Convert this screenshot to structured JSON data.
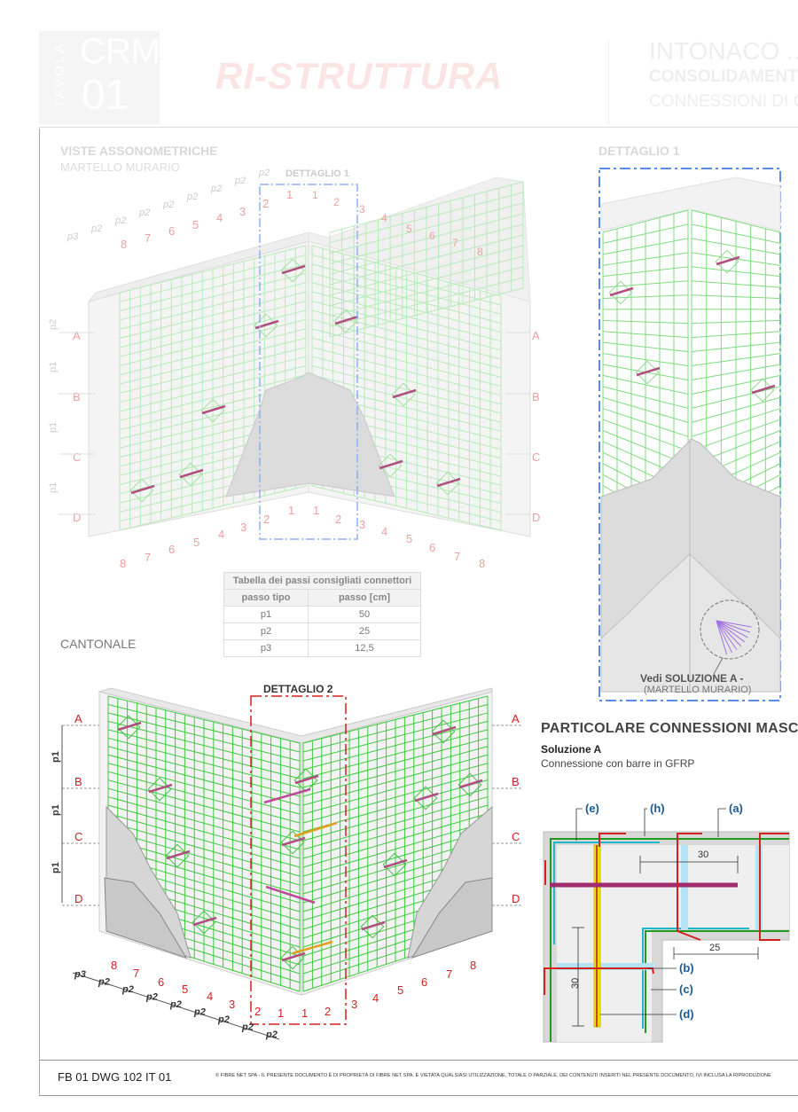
{
  "header": {
    "tavola": "TAVOLA",
    "code": "CRM",
    "number": "01",
    "brand": "RI-STRUTTURA",
    "title_line1": "INTONACO ...",
    "title_line2": "CONSOLIDAMENTO",
    "title_line3": "CONNESSIONI DI C"
  },
  "views": {
    "title": "VISTE ASSONOMETRICHE",
    "subtitle": "MARTELLO MURARIO",
    "detail1_label": "DETTAGLIO 1",
    "rows": [
      "A",
      "B",
      "C",
      "D"
    ],
    "p_vertical": [
      "p2",
      "p1",
      "p1",
      "p1"
    ],
    "numbers_left": [
      "8",
      "7",
      "6",
      "5",
      "4",
      "3",
      "2",
      "1"
    ],
    "numbers_right": [
      "1",
      "2",
      "3",
      "4",
      "5",
      "6",
      "7",
      "8"
    ],
    "p_top": [
      "p3",
      "p2",
      "p2",
      "p2",
      "p2",
      "p2",
      "p2",
      "p2",
      "p2"
    ]
  },
  "detail1": {
    "title": "DETTAGLIO 1",
    "note_bold": "Vedi SOLUZIONE A -",
    "note": "(MARTELLO MURARIO)"
  },
  "table": {
    "caption": "Tabella dei passi consigliati connettori",
    "headers": [
      "passo tipo",
      "passo [cm]"
    ],
    "rows": [
      {
        "tipo": "p1",
        "passo": "50"
      },
      {
        "tipo": "p2",
        "passo": "25"
      },
      {
        "tipo": "p3",
        "passo": "12,5"
      }
    ]
  },
  "cantonale": {
    "title": "CANTONALE",
    "detail2_label": "DETTAGLIO 2",
    "rows": [
      "A",
      "B",
      "C",
      "D"
    ],
    "p_vertical": [
      "p1",
      "p1",
      "p1"
    ],
    "numbers_left": [
      "8",
      "7",
      "6",
      "5",
      "4",
      "3",
      "2",
      "1"
    ],
    "numbers_right": [
      "1",
      "2",
      "3",
      "4",
      "5",
      "6",
      "7",
      "8"
    ],
    "p_bottom": [
      "p3",
      "p2",
      "p2",
      "p2",
      "p2",
      "p2",
      "p2",
      "p2",
      "p2"
    ]
  },
  "particolare": {
    "title": "PARTICOLARE CONNESSIONI MASCHI",
    "solution": "Soluzione A",
    "description": "Connessione con barre in GFRP",
    "labels": [
      "(e)",
      "(h)",
      "(a)",
      "(b)",
      "(c)",
      "(d)"
    ],
    "dim_horizontal_top": "30",
    "dim_horizontal_bottom": "25",
    "dim_vertical": "30"
  },
  "footer": {
    "code": "FB 01 DWG 102 IT 01",
    "copyright": "© FIBRE NET SPA - IL PRESENTE DOCUMENTO È DI PROPRIETÀ DI FIBRE NET SPA. È VIETATA QUALSIASI UTILIZZAZIONE, TOTALE O PARZIALE, DEI CONTENUTI INSERITI NEL PRESENTE DOCUMENTO, IVI INCLUSA LA RIPRODUZIONE"
  },
  "colors": {
    "grid_pale": "#b9eab9",
    "grid": "#3fc83f",
    "red": "#d42020",
    "pale_red": "#f0a0a0",
    "blue_detail": "#5a8cf0",
    "label_blue": "#1a5a96"
  }
}
